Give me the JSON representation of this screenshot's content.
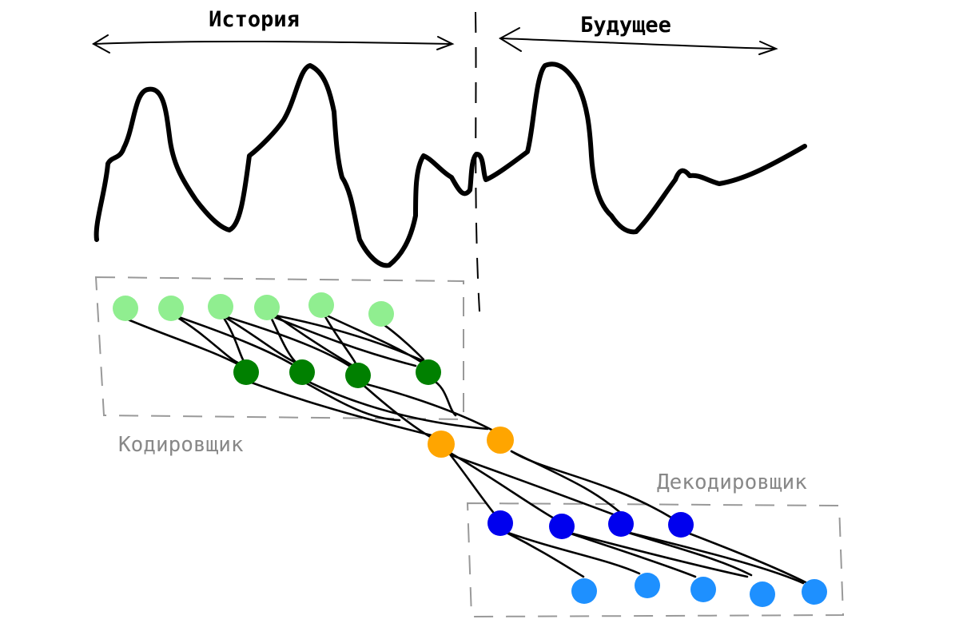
{
  "labels": {
    "history": "История",
    "future": "Будущее",
    "encoder": "Кодировщик",
    "decoder": "Декодировщик"
  },
  "colors": {
    "input_nodes": "#90EE90",
    "encoder_hidden_nodes": "#008000",
    "latent_nodes": "#FFA500",
    "decoder_hidden_nodes": "#0000EE",
    "output_nodes": "#1E90FF",
    "label_gray": "#888888",
    "box_gray": "#999999",
    "ink": "#000000"
  },
  "nodes": {
    "input": 6,
    "encoder_hidden": 4,
    "latent": 2,
    "decoder_hidden": 4,
    "output": 5
  }
}
